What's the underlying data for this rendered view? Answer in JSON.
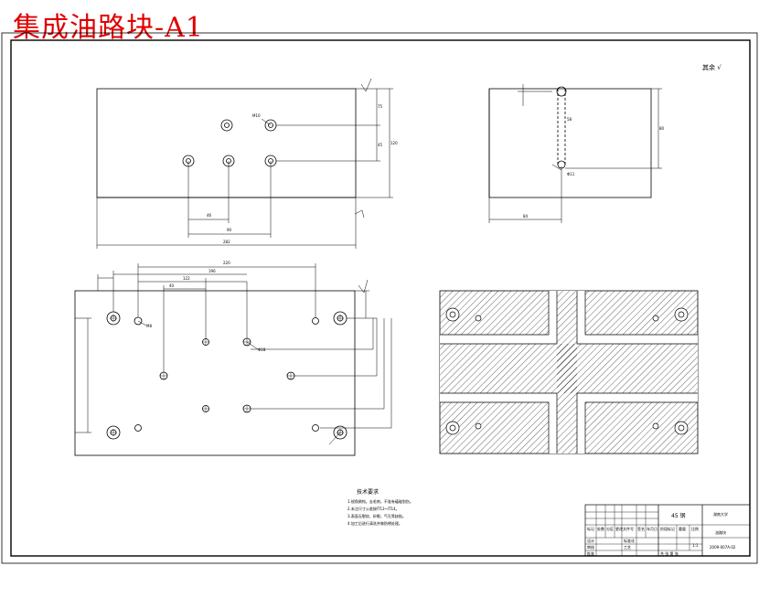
{
  "drawing_title": "集成油路块-A1",
  "surface_note": "其余 √",
  "tech_requirements": {
    "heading": "技术要求",
    "lines": [
      "1.锐角倒钝，去毛刺，不准有磕碰划伤。",
      "2.未注尺寸公差按IT13~IT14。",
      "3.表面无裂纹，砂眼，气孔等缺陷。",
      "4.加工后进行清洗并做防锈处理。"
    ]
  },
  "title_block": {
    "material": "45 钢",
    "school": "湖南大学",
    "part_name": "油路块",
    "drawing_no": "2009-007A-02",
    "scale": "1:1",
    "sheet": "共 张 第 张",
    "designer": "设计",
    "standard": "标准化",
    "checker": "审核",
    "approver": "批准",
    "process": "工艺",
    "revision_headers": [
      "标记",
      "处数",
      "分区",
      "更改文件号",
      "签名",
      "年月日"
    ],
    "stage_mark": "阶段标记",
    "weight": "重量",
    "ratio": "比例"
  },
  "dimensions": {
    "front_overall": "282",
    "front_d1": "46",
    "front_d2": "90",
    "front_h": "120",
    "front_h1": "75",
    "front_h2": "45",
    "side_width": "84",
    "side_depth": "80",
    "side_h": "58",
    "top_a": "220",
    "top_b": "196",
    "top_c": "122",
    "top_d": "40",
    "hole1": "M10",
    "hole2": "Φ11",
    "hole3": "M8",
    "hole4": "Φ18"
  }
}
